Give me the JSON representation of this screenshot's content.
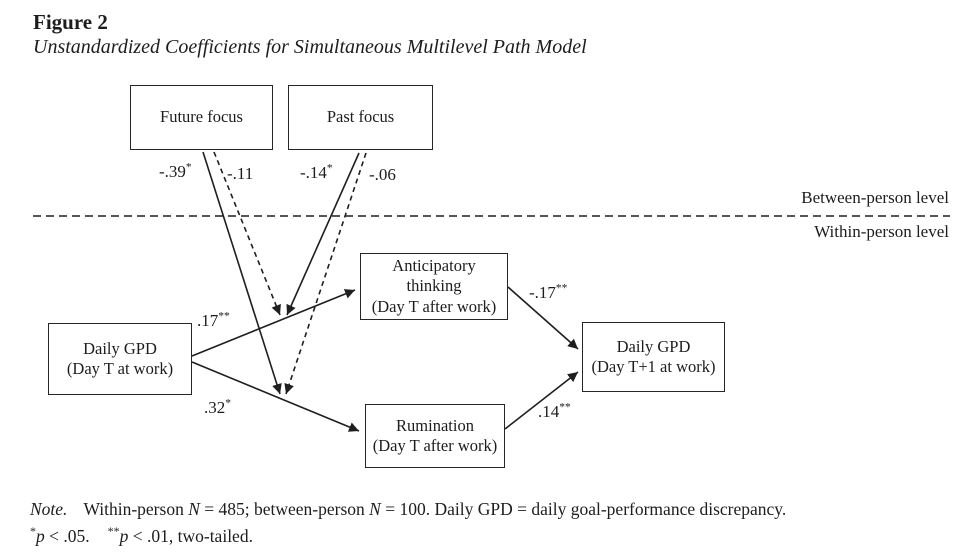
{
  "figure": {
    "label": "Figure 2",
    "title": "Unstandardized Coefficients for Simultaneous Multilevel Path Model"
  },
  "diagram": {
    "levels": {
      "between": "Between-person level",
      "within": "Within-person level"
    },
    "boxes": {
      "future_focus": {
        "label": "Future focus"
      },
      "past_focus": {
        "label": "Past focus"
      },
      "anticipatory_thinking": {
        "line1": "Anticipatory",
        "line2": "thinking",
        "line3": "(Day T after work)"
      },
      "daily_gpd_day_t": {
        "line1": "Daily GPD",
        "line2": "(Day T at work)"
      },
      "daily_gpd_day_t1": {
        "line1": "Daily GPD",
        "line2": "(Day T+1 at work)"
      },
      "rumination": {
        "line1": "Rumination",
        "line2": "(Day T after work)"
      }
    },
    "coefficients": {
      "future_focus_on_rumination_path": {
        "value": "-.39",
        "sig": "*"
      },
      "future_focus_on_anticipatory_path": {
        "value": "-.11",
        "sig": ""
      },
      "past_focus_on_anticipatory_path": {
        "value": "-.14",
        "sig": "*"
      },
      "past_focus_on_rumination_path": {
        "value": "-.06",
        "sig": ""
      },
      "gpd_to_anticipatory": {
        "value": ".17",
        "sig": "**"
      },
      "gpd_to_rumination": {
        "value": ".32",
        "sig": "*"
      },
      "anticipatory_to_gpd_t1": {
        "value": "-.17",
        "sig": "**"
      },
      "rumination_to_gpd_t1": {
        "value": ".14",
        "sig": "**"
      }
    },
    "line_color": "#1f1f1f"
  },
  "note": {
    "label": "Note.",
    "line1_a": "Within-person ",
    "line1_n1": "N",
    "line1_b": " = 485; between-person ",
    "line1_n2": "N",
    "line1_c": " = 100. Daily GPD = daily goal-performance discrepancy.",
    "line2_star1": "*",
    "line2_p1": "p",
    "line2_a": " < .05.",
    "line2_star2": "**",
    "line2_p2": "p",
    "line2_b": " < .01, two-tailed."
  }
}
